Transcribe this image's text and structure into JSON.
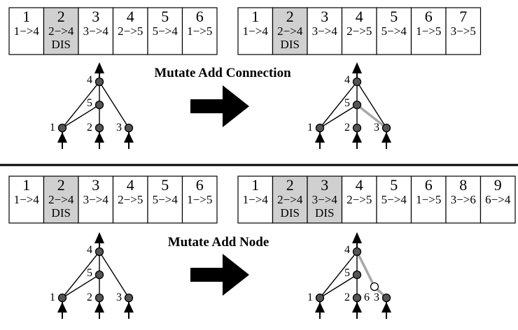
{
  "colors": {
    "disabled_fill": "#d0d0d0",
    "new_edge": "#a8a8a8",
    "node": "#555555",
    "new_node": "#ffffff"
  },
  "sections": [
    {
      "title": "Mutate Add Connection",
      "before": {
        "genes": [
          {
            "num": "1",
            "conn": "1−>4",
            "dis": false
          },
          {
            "num": "2",
            "conn": "2−>4",
            "dis": true,
            "dis_label": "DIS"
          },
          {
            "num": "3",
            "conn": "3−>4",
            "dis": false
          },
          {
            "num": "4",
            "conn": "2−>5",
            "dis": false
          },
          {
            "num": "5",
            "conn": "5−>4",
            "dis": false
          },
          {
            "num": "6",
            "conn": "1−>5",
            "dis": false
          }
        ],
        "nodes": [
          {
            "label": "1",
            "id": "1",
            "new": false
          },
          {
            "label": "2",
            "id": "2",
            "new": false
          },
          {
            "label": "3",
            "id": "3",
            "new": false
          },
          {
            "label": "5",
            "id": "5",
            "new": false
          },
          {
            "label": "4",
            "id": "4",
            "new": false
          }
        ],
        "edges": [
          {
            "from": "1",
            "to": "4",
            "new": false
          },
          {
            "from": "1",
            "to": "5",
            "new": false
          },
          {
            "from": "2",
            "to": "5",
            "new": false
          },
          {
            "from": "5",
            "to": "4",
            "new": false
          },
          {
            "from": "3",
            "to": "4",
            "new": false
          }
        ]
      },
      "after": {
        "genes": [
          {
            "num": "1",
            "conn": "1−>4",
            "dis": false
          },
          {
            "num": "2",
            "conn": "2−>4",
            "dis": true,
            "dis_label": "DIS"
          },
          {
            "num": "3",
            "conn": "3−>4",
            "dis": false
          },
          {
            "num": "4",
            "conn": "2−>5",
            "dis": false
          },
          {
            "num": "5",
            "conn": "5−>4",
            "dis": false
          },
          {
            "num": "6",
            "conn": "1−>5",
            "dis": false
          },
          {
            "num": "7",
            "conn": "3−>5",
            "dis": false
          }
        ],
        "nodes": [
          {
            "label": "1",
            "id": "1",
            "new": false
          },
          {
            "label": "2",
            "id": "2",
            "new": false
          },
          {
            "label": "3",
            "id": "3",
            "new": false
          },
          {
            "label": "5",
            "id": "5",
            "new": false
          },
          {
            "label": "4",
            "id": "4",
            "new": false
          }
        ],
        "edges": [
          {
            "from": "1",
            "to": "4",
            "new": false
          },
          {
            "from": "1",
            "to": "5",
            "new": false
          },
          {
            "from": "2",
            "to": "5",
            "new": false
          },
          {
            "from": "5",
            "to": "4",
            "new": false
          },
          {
            "from": "3",
            "to": "4",
            "new": false
          },
          {
            "from": "3",
            "to": "5",
            "new": true
          }
        ]
      }
    },
    {
      "title": "Mutate Add Node",
      "before": {
        "genes": [
          {
            "num": "1",
            "conn": "1−>4",
            "dis": false
          },
          {
            "num": "2",
            "conn": "2−>4",
            "dis": true,
            "dis_label": "DIS"
          },
          {
            "num": "3",
            "conn": "3−>4",
            "dis": false
          },
          {
            "num": "4",
            "conn": "2−>5",
            "dis": false
          },
          {
            "num": "5",
            "conn": "5−>4",
            "dis": false
          },
          {
            "num": "6",
            "conn": "1−>5",
            "dis": false
          }
        ],
        "nodes": [
          {
            "label": "1",
            "id": "1",
            "new": false
          },
          {
            "label": "2",
            "id": "2",
            "new": false
          },
          {
            "label": "3",
            "id": "3",
            "new": false
          },
          {
            "label": "5",
            "id": "5",
            "new": false
          },
          {
            "label": "4",
            "id": "4",
            "new": false
          }
        ],
        "edges": [
          {
            "from": "1",
            "to": "4",
            "new": false
          },
          {
            "from": "1",
            "to": "5",
            "new": false
          },
          {
            "from": "2",
            "to": "5",
            "new": false
          },
          {
            "from": "5",
            "to": "4",
            "new": false
          },
          {
            "from": "3",
            "to": "4",
            "new": false
          }
        ]
      },
      "after": {
        "genes": [
          {
            "num": "1",
            "conn": "1−>4",
            "dis": false
          },
          {
            "num": "2",
            "conn": "2−>4",
            "dis": true,
            "dis_label": "DIS"
          },
          {
            "num": "3",
            "conn": "3−>4",
            "dis": true,
            "dis_label": "DIS"
          },
          {
            "num": "4",
            "conn": "2−>5",
            "dis": false
          },
          {
            "num": "5",
            "conn": "5−>4",
            "dis": false
          },
          {
            "num": "6",
            "conn": "1−>5",
            "dis": false
          },
          {
            "num": "8",
            "conn": "3−>6",
            "dis": false
          },
          {
            "num": "9",
            "conn": "6−>4",
            "dis": false
          }
        ],
        "nodes": [
          {
            "label": "1",
            "id": "1",
            "new": false
          },
          {
            "label": "2",
            "id": "2",
            "new": false
          },
          {
            "label": "3",
            "id": "3",
            "new": false
          },
          {
            "label": "5",
            "id": "5",
            "new": false
          },
          {
            "label": "4",
            "id": "4",
            "new": false
          },
          {
            "label": "6",
            "id": "6",
            "new": true
          }
        ],
        "edges": [
          {
            "from": "1",
            "to": "4",
            "new": false
          },
          {
            "from": "1",
            "to": "5",
            "new": false
          },
          {
            "from": "2",
            "to": "5",
            "new": false
          },
          {
            "from": "5",
            "to": "4",
            "new": false
          },
          {
            "from": "3",
            "to": "6",
            "new": true
          },
          {
            "from": "6",
            "to": "4",
            "new": true
          }
        ]
      }
    }
  ]
}
